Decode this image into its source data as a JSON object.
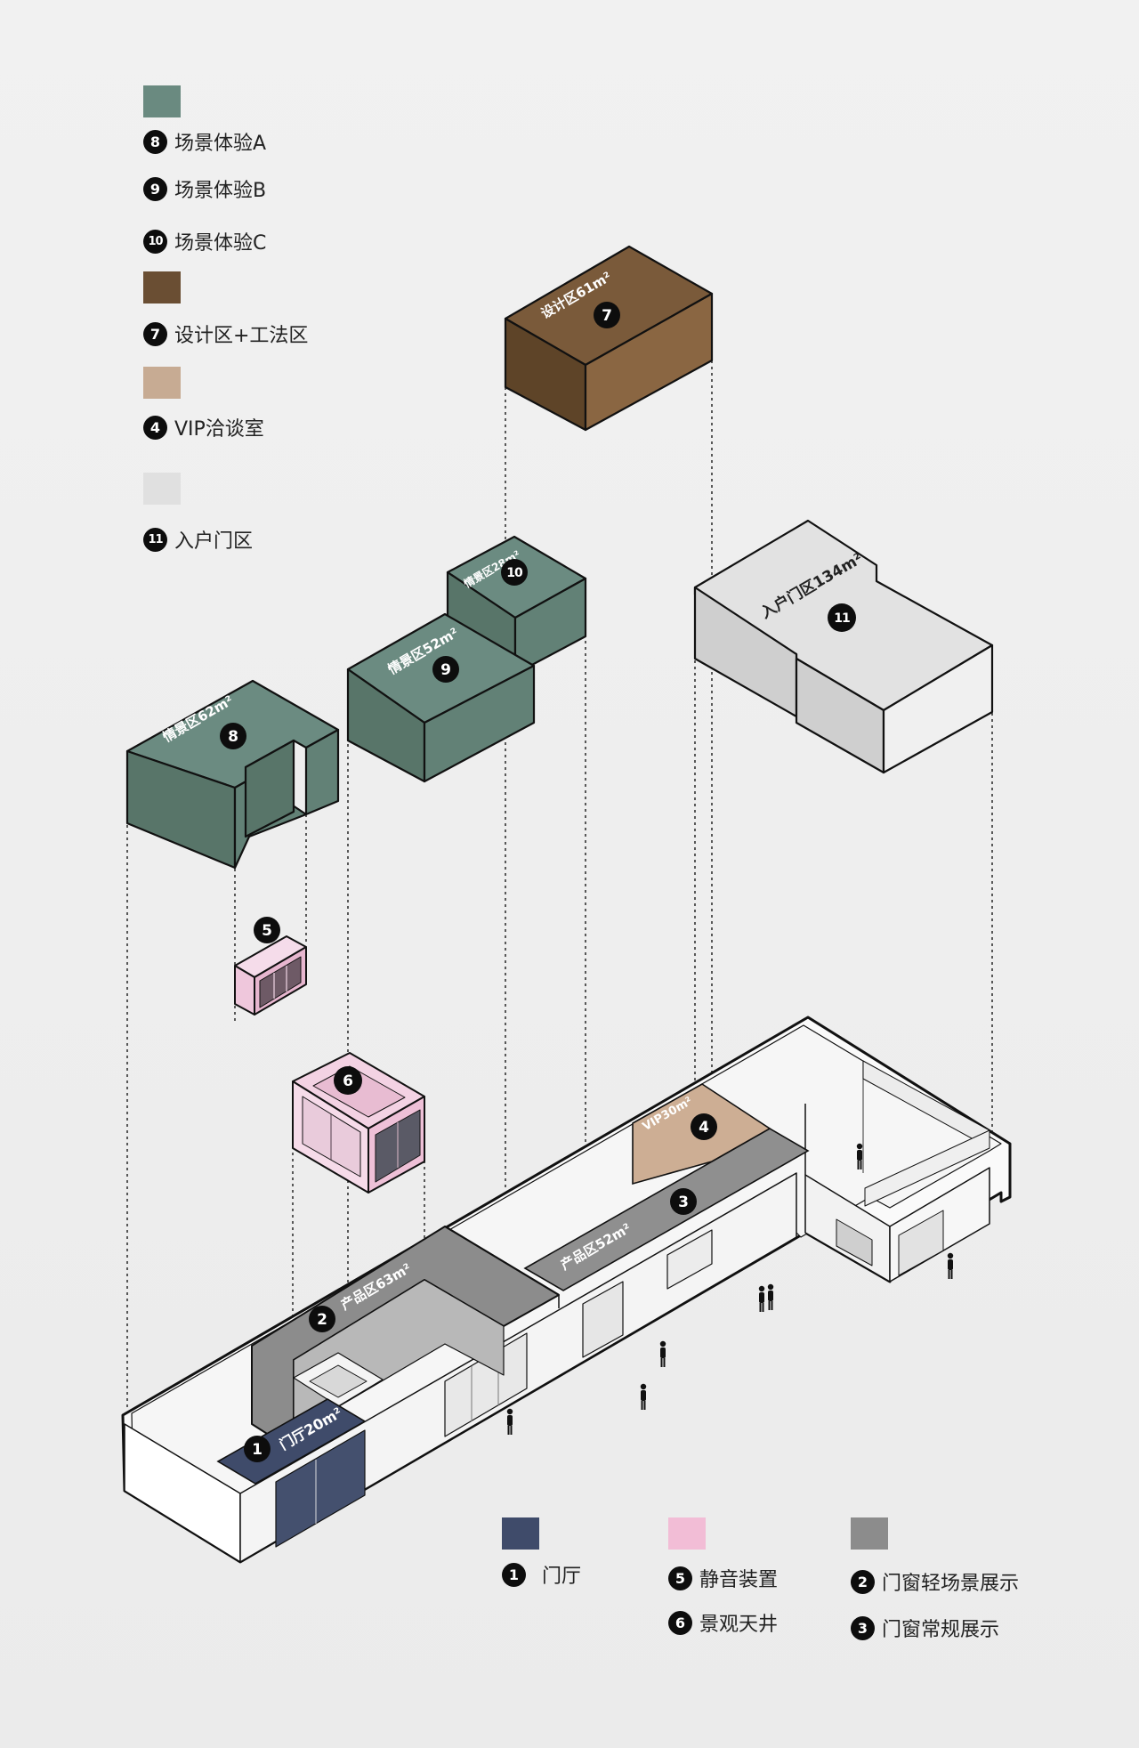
{
  "legend_top": [
    {
      "color": "#6a8a80",
      "items": [
        {
          "num": "8",
          "label": "场景体验A"
        },
        {
          "num": "9",
          "label": "场景体验B"
        },
        {
          "num": "10",
          "label": "场景体验C"
        }
      ]
    },
    {
      "color": "#6a4e33",
      "items": [
        {
          "num": "7",
          "label": "设计区+工法区"
        }
      ]
    },
    {
      "color": "#c7ab93",
      "items": [
        {
          "num": "4",
          "label": "VIP洽谈室"
        }
      ]
    },
    {
      "color": "#e0e0e0",
      "items": [
        {
          "num": "11",
          "label": "入户门区"
        }
      ]
    }
  ],
  "legend_bottom": [
    {
      "color": "#3f4b6a",
      "items": [
        {
          "num": "1",
          "label": "门厅"
        }
      ]
    },
    {
      "color": "#f2bdd6",
      "items": [
        {
          "num": "5",
          "label": "静音装置"
        },
        {
          "num": "6",
          "label": "景观天井"
        }
      ]
    },
    {
      "color": "#8c8c8c",
      "items": [
        {
          "num": "2",
          "label": "门窗轻场景展示"
        },
        {
          "num": "3",
          "label": "门窗常规展示"
        }
      ]
    }
  ],
  "zones": {
    "z7": {
      "num": "7",
      "label": "设计区61m²",
      "top": "#7a5a3a",
      "left": "#5e4428",
      "right": "#8a6642"
    },
    "z11": {
      "num": "11",
      "label": "入户门区134m²",
      "top": "#e2e2e2",
      "left": "#cfcfcf",
      "right": "#f0f0f0"
    },
    "z10": {
      "num": "10",
      "label": "情景区28m²",
      "top": "#6b8b81",
      "left": "#587569",
      "right": "#628176"
    },
    "z9": {
      "num": "9",
      "label": "情景区52m²",
      "top": "#6b8b81",
      "left": "#587569",
      "right": "#628176"
    },
    "z8": {
      "num": "8",
      "label": "情景区62m²",
      "top": "#6b8b81",
      "left": "#587569",
      "right": "#628176"
    },
    "z5": {
      "num": "5"
    },
    "z6": {
      "num": "6"
    },
    "z4": {
      "num": "4",
      "label": "VIP30m²",
      "color": "#cdae94"
    },
    "z3": {
      "num": "3",
      "label": "产品区52m²",
      "color": "#8f8f8f"
    },
    "z2": {
      "num": "2",
      "label": "产品区63m²",
      "color": "#8c8c8c"
    },
    "z1": {
      "num": "1",
      "label": "门厅20m²",
      "color": "#3f4b6a"
    }
  }
}
